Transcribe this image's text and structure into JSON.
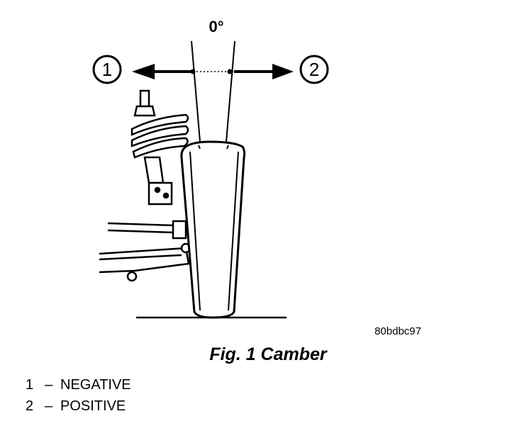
{
  "figure": {
    "angle_label": "0°",
    "callout_negative": "1",
    "callout_positive": "2",
    "ref_code": "80bdbc97",
    "caption": "Fig. 1 Camber"
  },
  "legend": [
    {
      "number": "1",
      "separator": "–",
      "label": "NEGATIVE"
    },
    {
      "number": "2",
      "separator": "–",
      "label": "POSITIVE"
    }
  ]
}
